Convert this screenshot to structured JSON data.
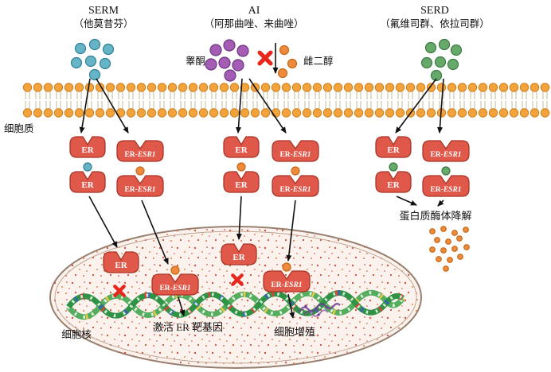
{
  "figure": {
    "columns": {
      "serm": {
        "title": "SERM",
        "subtitle": "（他莫昔芬）"
      },
      "ai": {
        "title": "AI",
        "subtitle": "（阿那曲唑、来曲唑）"
      },
      "serd": {
        "title": "SERD",
        "subtitle": "（氟维司群、依拉司群）"
      }
    },
    "labels": {
      "testosterone": "睾酮",
      "estradiol": "雌二醇",
      "cytoplasm": "细胞质",
      "nucleus": "细胞核",
      "proteasome_degradation": "蛋白质酶体降解",
      "activate_target_genes": "激活 ER 靶基因",
      "cell_proliferation": "细胞增殖"
    },
    "receptors": {
      "er": "ER",
      "er_mut_prefix": "ER-",
      "er_mut_gene": "ESR1"
    },
    "icons": {
      "block_x": "✖"
    },
    "colors": {
      "receptor": "#e0584a",
      "receptor-stroke": "#a93527",
      "membrane": "#f2a33b",
      "membrane-stroke": "#cf7d1c",
      "serm-ligand": "#66b4c6",
      "ai-substrate": "#a55cb5",
      "estradiol": "#ee8a3c",
      "serd-ligand": "#67a96b",
      "xmark": "#e7271b",
      "dna-green": "#2f9245",
      "nucleus-fill": "#fbf2ee",
      "nucleus-stroke": "#97806f"
    }
  }
}
